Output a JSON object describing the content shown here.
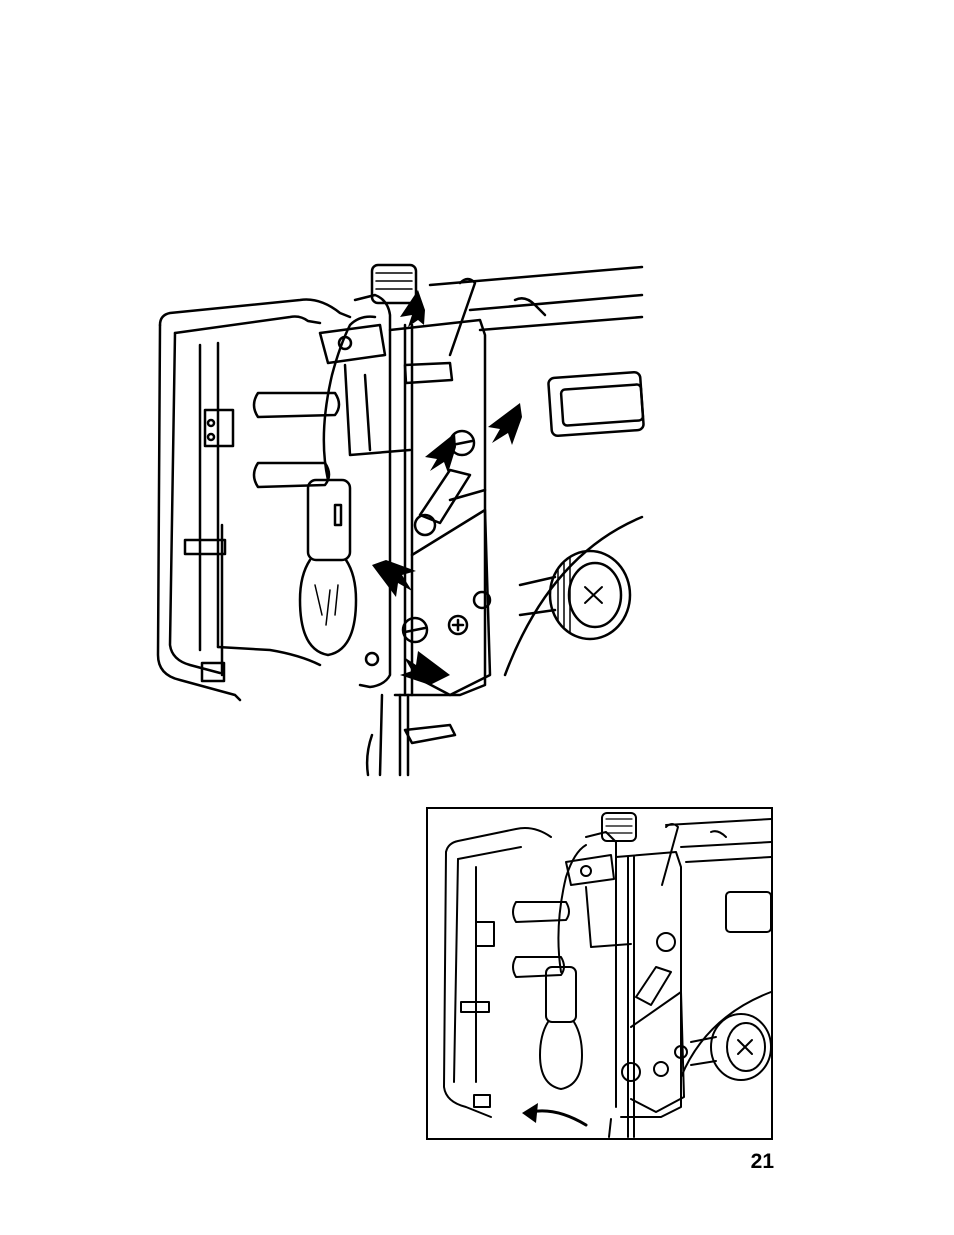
{
  "page": {
    "page_number": "21"
  },
  "figures": [
    {
      "id": "main-illustration",
      "icon": "sewing-machine-head-open-faceplate-illustration"
    },
    {
      "id": "inset-illustration",
      "icon": "sewing-machine-faceplate-closing-arrow-illustration"
    }
  ],
  "colors": {
    "ink": "#000000",
    "paper": "#ffffff"
  }
}
